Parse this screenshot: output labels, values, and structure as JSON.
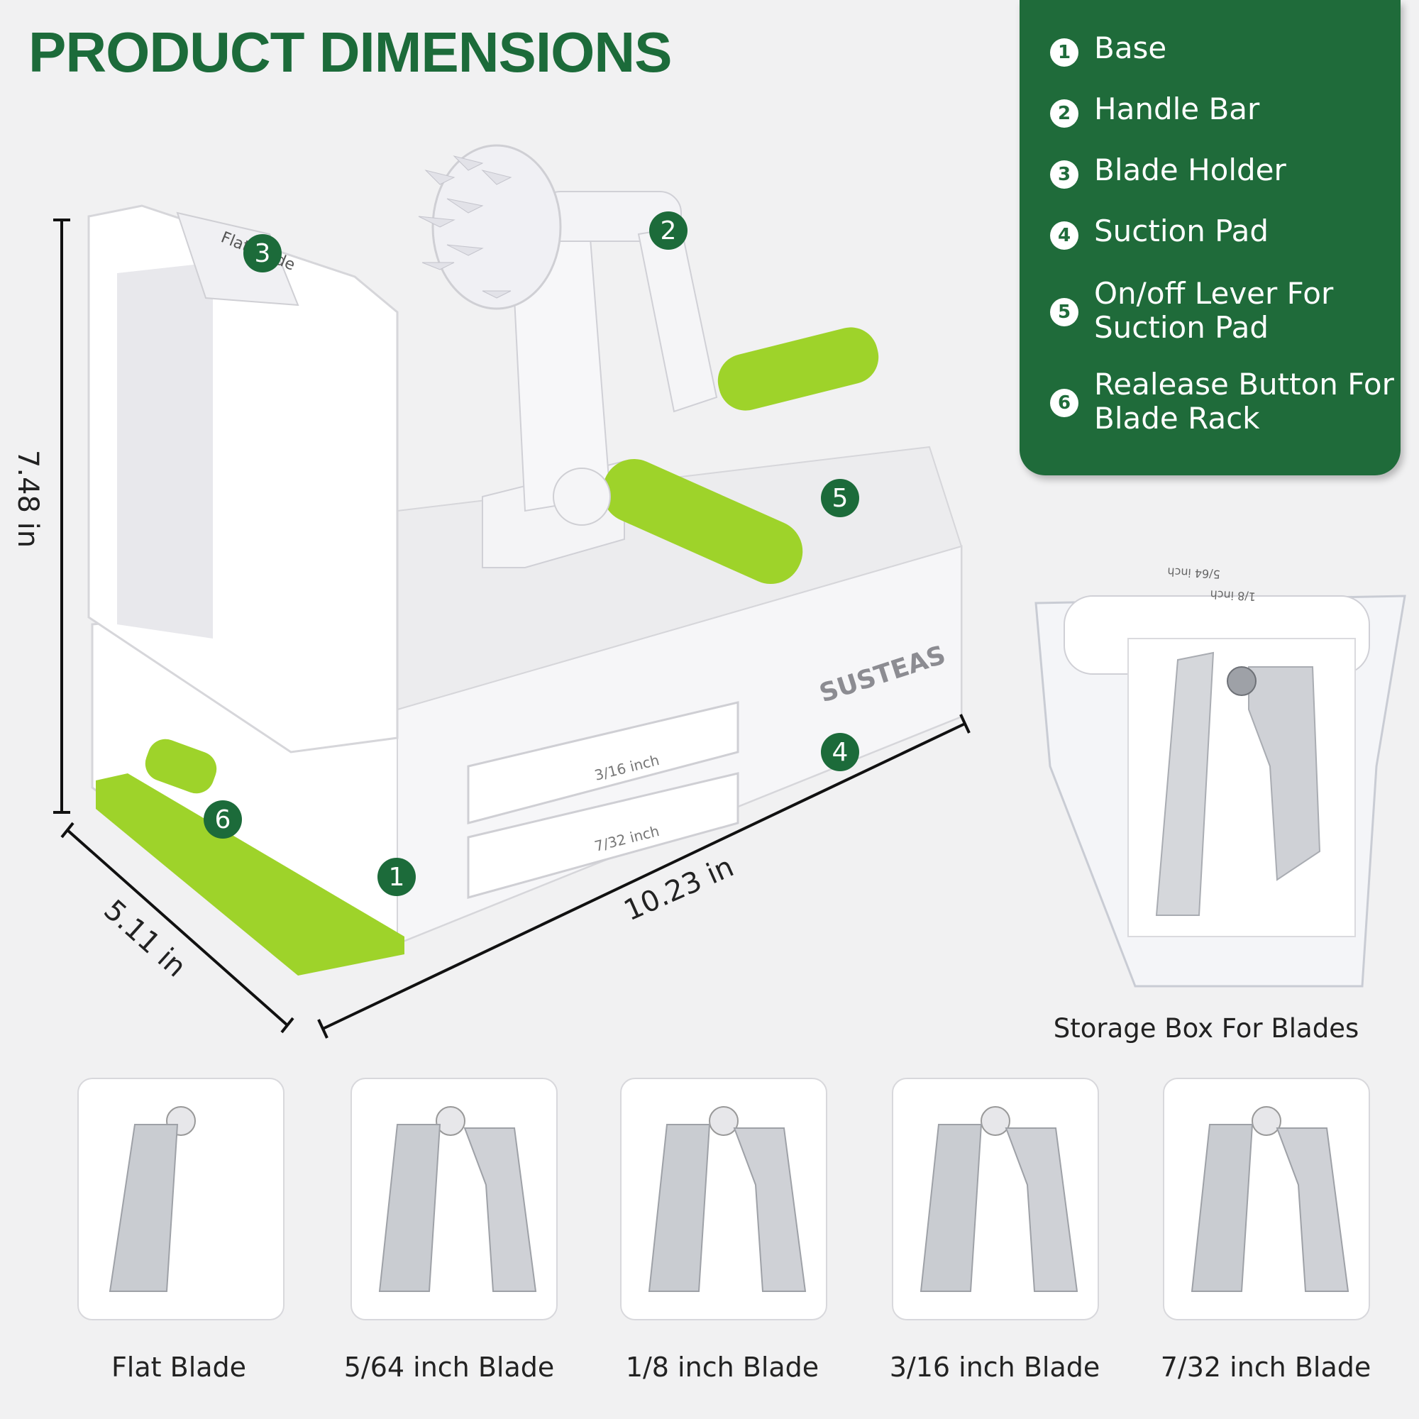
{
  "title": "PRODUCT DIMENSIONS",
  "legend": [
    {
      "num": "1",
      "label": "Base"
    },
    {
      "num": "2",
      "label": "Handle Bar"
    },
    {
      "num": "3",
      "label": "Blade Holder"
    },
    {
      "num": "4",
      "label": "Suction Pad"
    },
    {
      "num": "5",
      "label": "On/off Lever For\nSuction Pad"
    },
    {
      "num": "6",
      "label": "Realease Button For\nBlade Rack"
    }
  ],
  "callouts": [
    "1",
    "2",
    "3",
    "4",
    "5",
    "6"
  ],
  "dimensions": {
    "height": "7.48 in",
    "depth": "5.11 in",
    "length": "10.23 in"
  },
  "brand": "SUSTEAS",
  "drawer_labels": [
    "3/16 inch",
    "7/32 inch"
  ],
  "holder_label": "Flat Blade",
  "storage_labels": [
    "5/64 inch",
    "1/8 inch"
  ],
  "storage_caption": "Storage Box For Blades",
  "blades": [
    "Flat Blade",
    "5/64 inch Blade",
    "1/8 inch Blade",
    "3/16 inch Blade",
    "7/32 inch Blade"
  ],
  "colors": {
    "brand_green": "#1f6b3a",
    "accent_lime": "#9ed32a",
    "background": "#f1f1f2"
  }
}
